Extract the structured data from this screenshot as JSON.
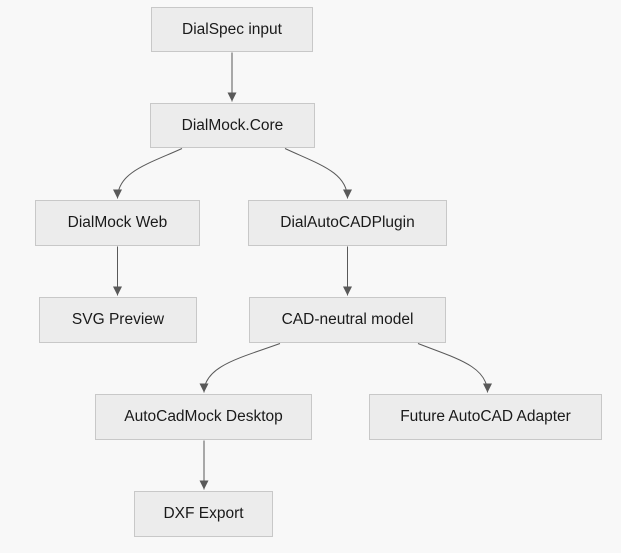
{
  "diagram": {
    "type": "flowchart-top-down",
    "colors": {
      "background": "#f8f8f8",
      "node_fill": "#ececec",
      "node_border": "#c8c8c8",
      "edge_color": "#595959",
      "text_color": "#1a1a1a"
    },
    "nodes": [
      {
        "id": "dialspec-input",
        "label": "DialSpec input"
      },
      {
        "id": "dialmock-core",
        "label": "DialMock.Core"
      },
      {
        "id": "dialmock-web",
        "label": "DialMock Web"
      },
      {
        "id": "dialautocadplugin",
        "label": "DialAutoCADPlugin"
      },
      {
        "id": "svg-preview",
        "label": "SVG Preview"
      },
      {
        "id": "cad-neutral-model",
        "label": "CAD-neutral model"
      },
      {
        "id": "autocadmock-desktop",
        "label": "AutoCadMock Desktop"
      },
      {
        "id": "future-autocad-adapter",
        "label": "Future AutoCAD Adapter"
      },
      {
        "id": "dxf-export",
        "label": "DXF Export"
      }
    ],
    "edges": [
      {
        "from": "DialSpec input",
        "to": "DialMock.Core"
      },
      {
        "from": "DialMock.Core",
        "to": "DialMock Web"
      },
      {
        "from": "DialMock.Core",
        "to": "DialAutoCADPlugin"
      },
      {
        "from": "DialMock Web",
        "to": "SVG Preview"
      },
      {
        "from": "DialAutoCADPlugin",
        "to": "CAD-neutral model"
      },
      {
        "from": "CAD-neutral model",
        "to": "AutoCadMock Desktop"
      },
      {
        "from": "CAD-neutral model",
        "to": "Future AutoCAD Adapter"
      },
      {
        "from": "AutoCadMock Desktop",
        "to": "DXF Export"
      }
    ]
  }
}
